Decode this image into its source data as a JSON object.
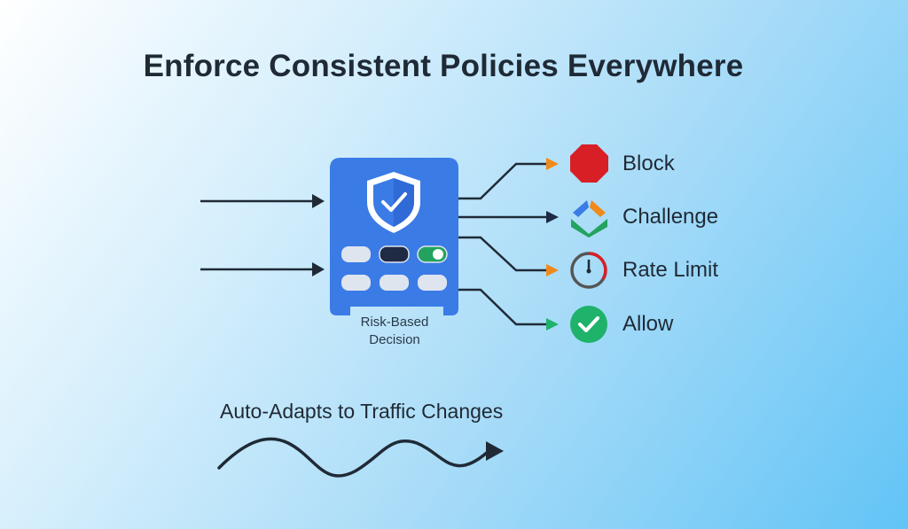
{
  "title": "Enforce Consistent Policies Everywhere",
  "engine": {
    "label_line1": "Risk-Based",
    "label_line2": "Decision"
  },
  "outcomes": [
    {
      "label": "Block",
      "icon": "stop-octagon-icon",
      "color": "#d91f26"
    },
    {
      "label": "Challenge",
      "icon": "challenge-icon",
      "color": "#1f2a44"
    },
    {
      "label": "Rate Limit",
      "icon": "timer-icon",
      "color": "#f08a1c"
    },
    {
      "label": "Allow",
      "icon": "check-circle-icon",
      "color": "#1fb26b"
    }
  ],
  "footer": {
    "label": "Auto-Adapts to Traffic Changes"
  }
}
